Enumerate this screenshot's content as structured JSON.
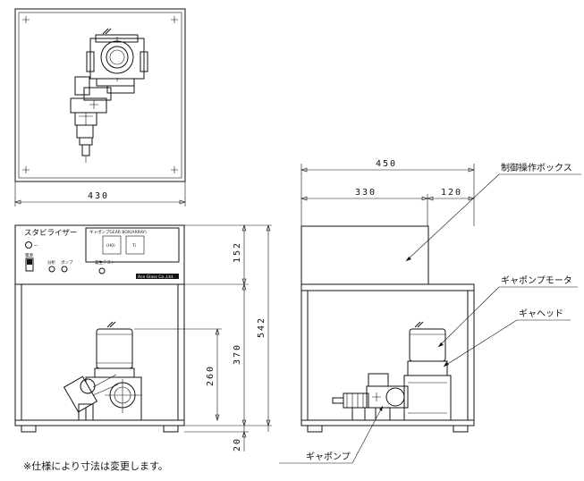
{
  "dimensions": {
    "width_430": "430",
    "width_450": "450",
    "width_330": "330",
    "width_120": "120",
    "height_152": "152",
    "height_370": "370",
    "height_542": "542",
    "height_260": "260",
    "height_20": "20"
  },
  "panel": {
    "title": "スタビライザー",
    "gear_box_label": "ギャポンプGEAR BOX(ARRAY)",
    "box_left": "(H0)",
    "box_right": "Ti",
    "power_label": "電源",
    "switch1_label": "分析",
    "switch2_label": "ポンプ",
    "test_label": "発生テスト",
    "brand": "Ace Glass Co.,Ltd."
  },
  "callouts": {
    "control_box": "制御操作ボックス",
    "gear_pump_motor": "ギャポンプモータ",
    "gear_head": "ギャヘッド",
    "gear_pump": "ギャポンプ"
  },
  "note": "※仕様により寸法は変更します。"
}
